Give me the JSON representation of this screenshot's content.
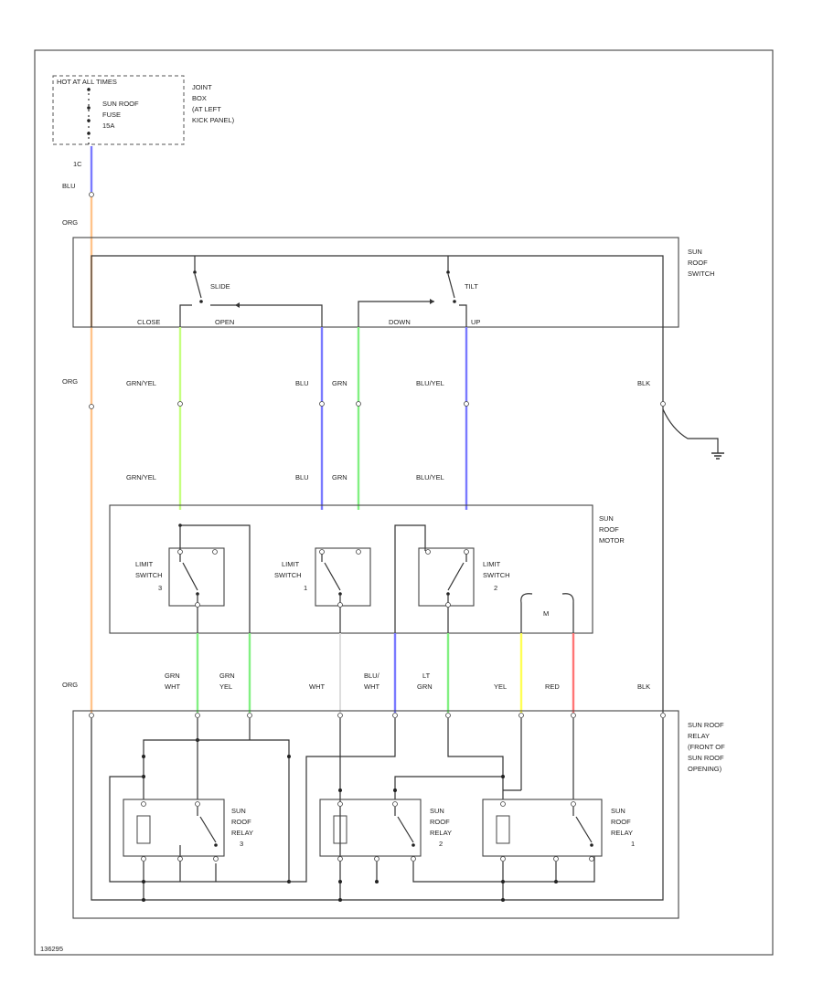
{
  "colors": {
    "orange": "#ffc38a",
    "blue": "#7a7aff",
    "lime": "#c5ff80",
    "green": "#82f082",
    "yellow": "#ffff55",
    "red": "#ff7575",
    "white": "#dddddd"
  },
  "fuse_block": {
    "line1": "HOT AT ALL TIMES",
    "fuse_line1": "SUN ROOF",
    "fuse_line2": "FUSE",
    "fuse_line3": "15A",
    "location_line1": "JOINT",
    "location_line2": "BOX",
    "location_line3": "(AT LEFT",
    "location_line4": "KICK PANEL)",
    "terminal": "1C"
  },
  "switch": {
    "name_line1": "SUN",
    "name_line2": "ROOF",
    "name_line3": "SWITCH",
    "slide": "SLIDE",
    "tilt": "TILT",
    "close": "CLOSE",
    "open": "OPEN",
    "down": "DOWN",
    "up": "UP"
  },
  "motor": {
    "name_line1": "SUN",
    "name_line2": "ROOF",
    "name_line3": "MOTOR",
    "limit_3_line1": "LIMIT",
    "limit_3_line2": "SWITCH",
    "limit_3_line3": "3",
    "limit_1_line1": "LIMIT",
    "limit_1_line2": "SWITCH",
    "limit_1_line3": "1",
    "limit_2_line1": "LIMIT",
    "limit_2_line2": "SWITCH",
    "limit_2_line3": "2",
    "m": "M"
  },
  "relay": {
    "name_line1": "SUN ROOF",
    "name_line2": "RELAY",
    "name_line3": "(FRONT OF",
    "name_line4": "SUN ROOF",
    "name_line5": "OPENING)",
    "relay_3_line1": "SUN",
    "relay_3_line2": "ROOF",
    "relay_3_line3": "RELAY",
    "relay_3_line4": "3",
    "relay_2_line1": "SUN",
    "relay_2_line2": "ROOF",
    "relay_2_line3": "RELAY",
    "relay_2_line4": "2",
    "relay_1_line1": "SUN",
    "relay_1_line2": "ROOF",
    "relay_1_line3": "RELAY",
    "relay_1_line4": "1"
  },
  "wire_labels": {
    "blu_top": "BLU",
    "org_top": "ORG",
    "org_mid": "ORG",
    "grn_yel_1": "GRN/YEL",
    "blu_1": "BLU",
    "grn_1": "GRN",
    "blu_yel_1": "BLU/YEL",
    "blk_1": "BLK",
    "grn_yel_2": "GRN/YEL",
    "blu_2": "BLU",
    "grn_2": "GRN",
    "blu_yel_2": "BLU/YEL",
    "org_low": "ORG",
    "grn_wht_1": "GRN",
    "grn_wht_2": "WHT",
    "grn_yel_3a": "GRN",
    "grn_yel_3b": "YEL",
    "wht": "WHT",
    "blu_wht_1": "BLU/",
    "blu_wht_2": "WHT",
    "lt_grn_1": "LT",
    "lt_grn_2": "GRN",
    "yel": "YEL",
    "red": "RED",
    "blk_2": "BLK"
  },
  "figure_id": "136295"
}
